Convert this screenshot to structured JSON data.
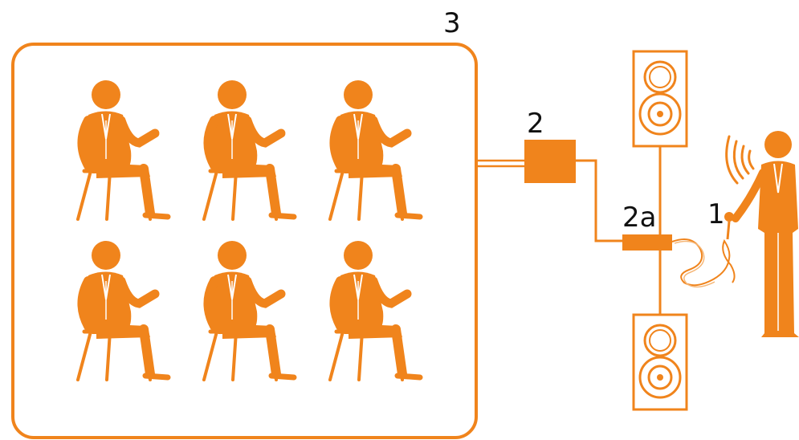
{
  "labels": {
    "audience_area": "3",
    "loop_amplifier": "2",
    "mixer": "2a",
    "microphone": "1"
  },
  "colors": {
    "accent": "#F0841C",
    "text": "#111111",
    "background": "#FFFFFF"
  },
  "icons": {
    "listener": "seated-person-icon",
    "speaker": "loudspeaker-icon",
    "presenter": "presenter-icon",
    "sound_waves": "sound-waves-icon",
    "microphone": "microphone-icon"
  },
  "audience": {
    "rows": 2,
    "seats_per_row": 3
  }
}
